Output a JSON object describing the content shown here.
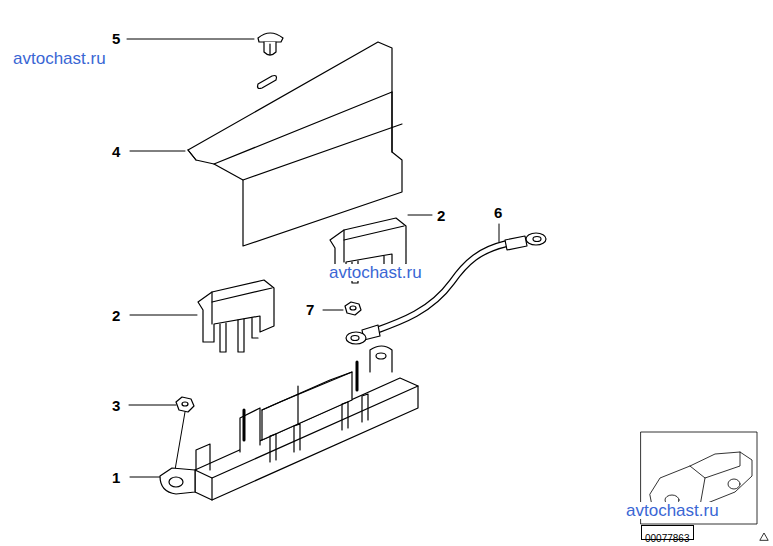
{
  "diagram": {
    "nodes": [
      {
        "text": [
          "00077863"
        ]
      }
    ],
    "labels": [
      "5",
      "avtochast.ru",
      "4",
      "2",
      "6",
      "avtochast.ru",
      "7",
      "2",
      "3",
      "1",
      "avtochast.ru"
    ]
  }
}
